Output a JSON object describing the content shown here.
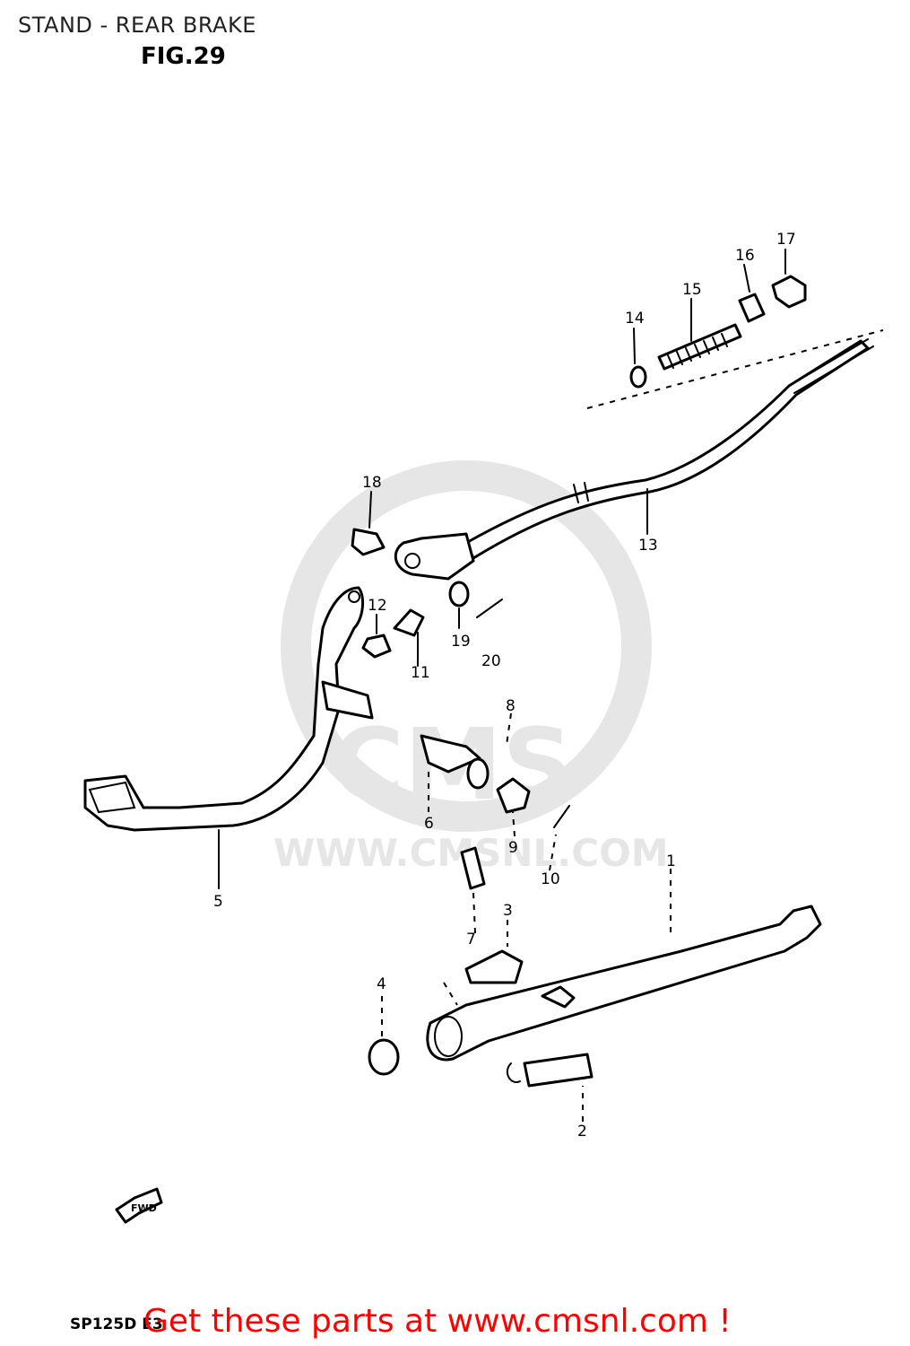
{
  "header": {
    "title": "STAND - REAR BRAKE",
    "figure": "FIG.29"
  },
  "footer": {
    "model_code": "SP125D E3",
    "call_to_action": "Get these parts at www.cmsnl.com !"
  },
  "watermark": {
    "brand": "CMS",
    "url": "WWW.CMSNL.COM",
    "color": "#e6e6e6"
  },
  "direction_marker": "FWD",
  "callouts": [
    {
      "id": "1",
      "label": "1"
    },
    {
      "id": "2",
      "label": "2"
    },
    {
      "id": "3",
      "label": "3"
    },
    {
      "id": "4",
      "label": "4"
    },
    {
      "id": "5",
      "label": "5"
    },
    {
      "id": "6",
      "label": "6"
    },
    {
      "id": "7",
      "label": "7"
    },
    {
      "id": "8",
      "label": "8"
    },
    {
      "id": "9",
      "label": "9"
    },
    {
      "id": "10",
      "label": "10"
    },
    {
      "id": "11",
      "label": "11"
    },
    {
      "id": "12",
      "label": "12"
    },
    {
      "id": "13",
      "label": "13"
    },
    {
      "id": "14",
      "label": "14"
    },
    {
      "id": "15",
      "label": "15"
    },
    {
      "id": "16",
      "label": "16"
    },
    {
      "id": "17",
      "label": "17"
    },
    {
      "id": "18",
      "label": "18"
    },
    {
      "id": "19",
      "label": "19"
    },
    {
      "id": "20",
      "label": "20"
    }
  ],
  "colors": {
    "line": "#000000",
    "cta": "#ff0000",
    "background": "#ffffff"
  }
}
